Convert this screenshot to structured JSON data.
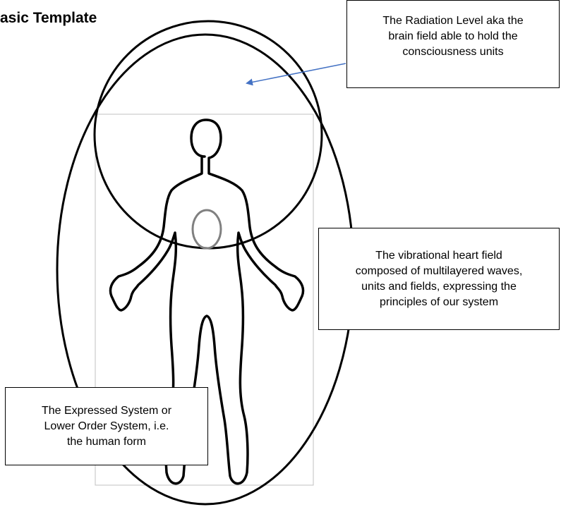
{
  "title": "asic Template",
  "annotations": {
    "radiation_level": "The Radiation Level aka the\nbrain field able to hold the\nconsciousness units",
    "heart_field": "The vibrational heart field\ncomposed of multilayered waves,\nunits and fields, expressing the\nprinciples of our system",
    "expressed_system": "The Expressed System or\nLower Order System, i.e.\nthe human form"
  },
  "colors": {
    "arrow": "#4472C4",
    "heart_oval": "#808080",
    "frame": "#c0c0c0"
  }
}
